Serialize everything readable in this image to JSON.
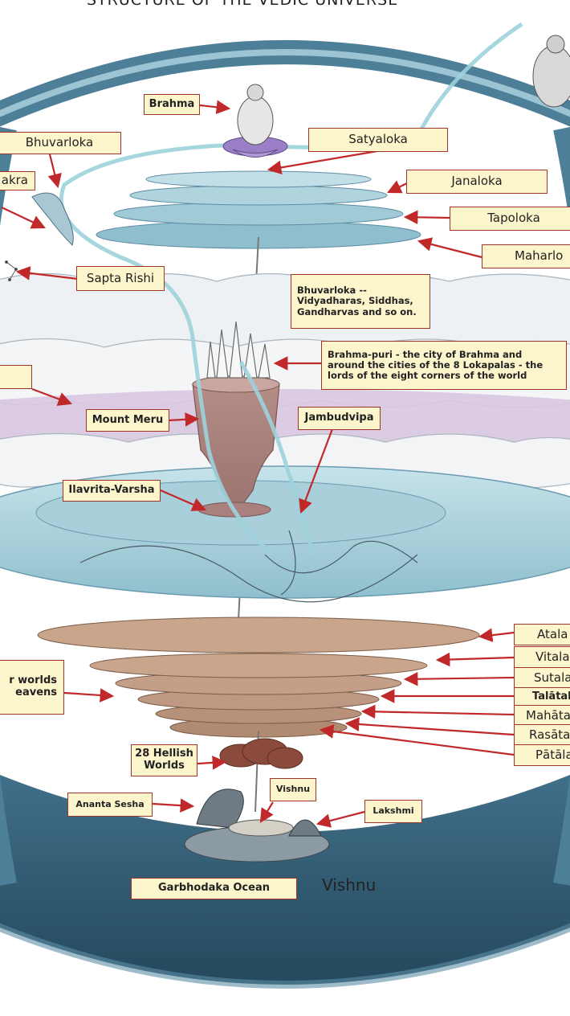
{
  "title": "STRUCTURE OF THE VEDIC UNIVERSE",
  "colors": {
    "label_bg": "#fdf6cc",
    "label_border": "#a0342a",
    "arrow": "#c0282a",
    "ocean": "#2f5b72",
    "ring": "#4d7f99",
    "upper_plate": "#a9cfda",
    "earth_disc": "#bcdce6",
    "cloud_violet": "#d8c6e0",
    "nether_plate": "#c8a58b",
    "mount_meru": "#a9807e"
  },
  "labels": {
    "brahma": "Brahma",
    "bhuvarloka": "Bhuvarloka",
    "satyaloka": "Satyaloka",
    "chakra_cut": "akra",
    "janaloka": "Janaloka",
    "tapoloka": "Tapoloka",
    "maharloka_cut": "Maharlo",
    "sapta_rishi": "Sapta Rishi",
    "bhuvarloka_desc": "Bhuvarloka --\nVidyadharas, Siddhas,\nGandharvas and so on.",
    "brahmapuri_desc": "Brahma-puri - the city of Brahma and around the cities of the 8 Lokapalas - the lords of the eight corners of the world",
    "mount_meru": "Mount Meru",
    "jambudvipa": "Jambudvipa",
    "ilavrita_varsha": "Ilavrita-Varsha",
    "atala": "Atala",
    "vitala": "Vitala",
    "sutala": "Sutala",
    "talatala": "Talātal",
    "mahatala": "Mahāta",
    "rasatala": "Rasāta",
    "patala": "Pātāla",
    "heavens_cut": "r worlds\neavens",
    "hellish_worlds": "28 Hellish\nWorlds",
    "vishnu": "Vishnu",
    "ananta_sesha": "Ananta Sesha",
    "lakshmi": "Lakshmi",
    "garbhodaka_ocean": "Garbhodaka Ocean",
    "vishnu_plain": "Vishnu"
  },
  "icons": [
    "brahma-figure-icon",
    "shiva-figure-icon",
    "dolphin-icon",
    "constellation-icon",
    "lotus-icon",
    "serpent-bed-icon",
    "hellish-cloud-icon",
    "brahmapuri-city-icon"
  ]
}
